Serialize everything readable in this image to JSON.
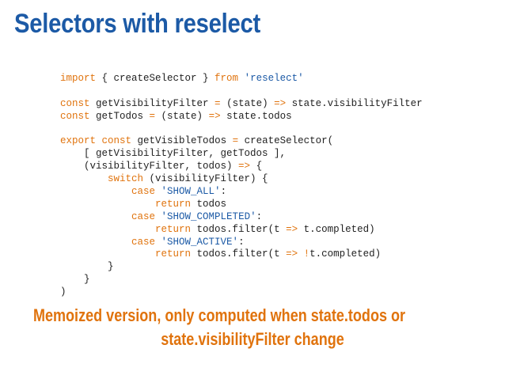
{
  "slide": {
    "title": "Selectors with reselect",
    "caption": {
      "line1": "Memoized version, only computed when state.todos or",
      "line2": "state.visibilityFilter change"
    },
    "colors": {
      "title": "#1c5aa6",
      "caption": "#e0730d",
      "keyword": "#e0730d",
      "string": "#1c5aa6",
      "text": "#222222"
    }
  },
  "code": {
    "lines": [
      [
        {
          "t": "kw",
          "v": "import"
        },
        {
          "t": "plain",
          "v": " { createSelector } "
        },
        {
          "t": "kw",
          "v": "from"
        },
        {
          "t": "plain",
          "v": " "
        },
        {
          "t": "str",
          "v": "'reselect'"
        }
      ],
      [],
      [
        {
          "t": "kw",
          "v": "const"
        },
        {
          "t": "plain",
          "v": " getVisibilityFilter "
        },
        {
          "t": "op",
          "v": "="
        },
        {
          "t": "plain",
          "v": " (state) "
        },
        {
          "t": "op",
          "v": "=>"
        },
        {
          "t": "plain",
          "v": " state.visibilityFilter"
        }
      ],
      [
        {
          "t": "kw",
          "v": "const"
        },
        {
          "t": "plain",
          "v": " getTodos "
        },
        {
          "t": "op",
          "v": "="
        },
        {
          "t": "plain",
          "v": " (state) "
        },
        {
          "t": "op",
          "v": "=>"
        },
        {
          "t": "plain",
          "v": " state.todos"
        }
      ],
      [],
      [
        {
          "t": "kw",
          "v": "export"
        },
        {
          "t": "plain",
          "v": " "
        },
        {
          "t": "kw",
          "v": "const"
        },
        {
          "t": "plain",
          "v": " getVisibleTodos "
        },
        {
          "t": "op",
          "v": "="
        },
        {
          "t": "plain",
          "v": " createSelector("
        }
      ],
      [
        {
          "t": "plain",
          "v": "    [ getVisibilityFilter, getTodos ],"
        }
      ],
      [
        {
          "t": "plain",
          "v": "    (visibilityFilter, todos) "
        },
        {
          "t": "op",
          "v": "=>"
        },
        {
          "t": "plain",
          "v": " {"
        }
      ],
      [
        {
          "t": "plain",
          "v": "        "
        },
        {
          "t": "kw",
          "v": "switch"
        },
        {
          "t": "plain",
          "v": " (visibilityFilter) {"
        }
      ],
      [
        {
          "t": "plain",
          "v": "            "
        },
        {
          "t": "kw",
          "v": "case"
        },
        {
          "t": "plain",
          "v": " "
        },
        {
          "t": "str",
          "v": "'SHOW_ALL'"
        },
        {
          "t": "plain",
          "v": ":"
        }
      ],
      [
        {
          "t": "plain",
          "v": "                "
        },
        {
          "t": "kw",
          "v": "return"
        },
        {
          "t": "plain",
          "v": " todos"
        }
      ],
      [
        {
          "t": "plain",
          "v": "            "
        },
        {
          "t": "kw",
          "v": "case"
        },
        {
          "t": "plain",
          "v": " "
        },
        {
          "t": "str",
          "v": "'SHOW_COMPLETED'"
        },
        {
          "t": "plain",
          "v": ":"
        }
      ],
      [
        {
          "t": "plain",
          "v": "                "
        },
        {
          "t": "kw",
          "v": "return"
        },
        {
          "t": "plain",
          "v": " todos.filter(t "
        },
        {
          "t": "op",
          "v": "=>"
        },
        {
          "t": "plain",
          "v": " t.completed)"
        }
      ],
      [
        {
          "t": "plain",
          "v": "            "
        },
        {
          "t": "kw",
          "v": "case"
        },
        {
          "t": "plain",
          "v": " "
        },
        {
          "t": "str",
          "v": "'SHOW_ACTIVE'"
        },
        {
          "t": "plain",
          "v": ":"
        }
      ],
      [
        {
          "t": "plain",
          "v": "                "
        },
        {
          "t": "kw",
          "v": "return"
        },
        {
          "t": "plain",
          "v": " todos.filter(t "
        },
        {
          "t": "op",
          "v": "=>"
        },
        {
          "t": "plain",
          "v": " "
        },
        {
          "t": "op",
          "v": "!"
        },
        {
          "t": "plain",
          "v": "t.completed)"
        }
      ],
      [
        {
          "t": "plain",
          "v": "        }"
        }
      ],
      [
        {
          "t": "plain",
          "v": "    }"
        }
      ],
      [
        {
          "t": "plain",
          "v": ")"
        }
      ]
    ]
  }
}
